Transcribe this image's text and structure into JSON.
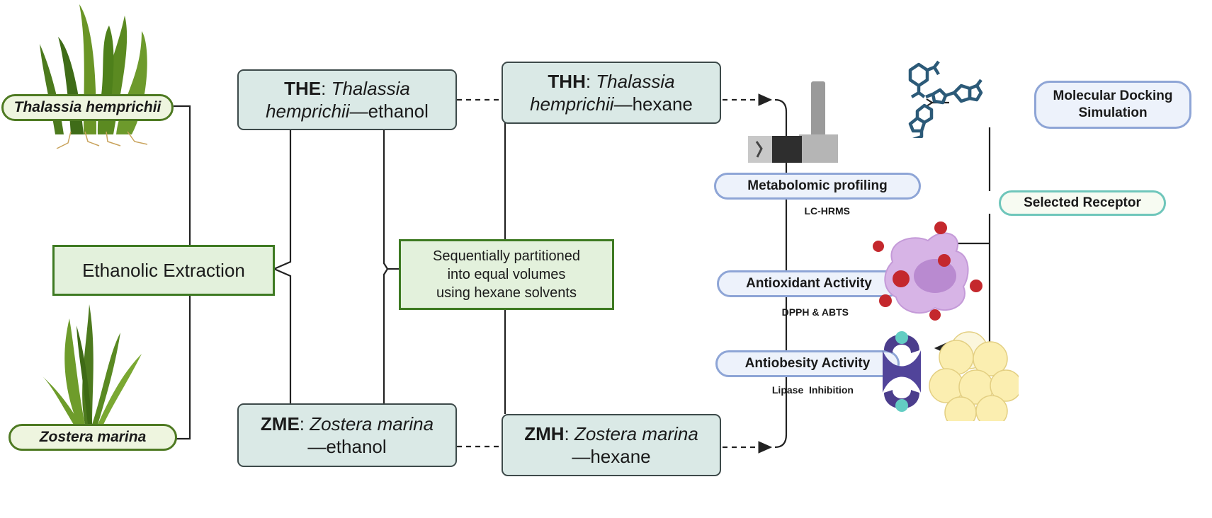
{
  "sources": [
    {
      "name": "Thalassia hemprichii",
      "icon": "thalassia-seagrass-icon"
    },
    {
      "name": "Zostera marina",
      "icon": "zostera-seagrass-icon"
    }
  ],
  "extraction": {
    "label": "Ethanolic Extraction"
  },
  "partition": {
    "line1": "Sequentially partitioned",
    "line2": "into equal volumes",
    "line3": "using hexane solvents"
  },
  "fractions": {
    "the": {
      "code": "THE",
      "species": "Thalassia",
      "species2": "hemprichii",
      "solvent": "—ethanol"
    },
    "thh": {
      "code": "THH",
      "species": "Thalassia",
      "species2": "hemprichii",
      "solvent": "—hexane"
    },
    "zme": {
      "code": "ZME",
      "species": "Zostera marina",
      "solvent": "—ethanol"
    },
    "zmh": {
      "code": "ZMH",
      "species": "Zostera marina",
      "solvent": "—hexane"
    }
  },
  "assays": {
    "metabolomic": {
      "label": "Metabolomic profiling",
      "method": "LC-HRMS",
      "icon": "mass-spectrometer-icon"
    },
    "antioxidant": {
      "label": "Antioxidant Activity",
      "method": "DPPH & ABTS",
      "icon": "cell-ros-icon"
    },
    "antiobesity": {
      "label": "Antiobesity Activity",
      "method": "Lipase  Inhibition",
      "icon": "lipase-adipocyte-icon"
    }
  },
  "docking": {
    "label1": "Molecular Docking",
    "label2": "Simulation",
    "icon": "molecules-icon"
  },
  "receptor": {
    "label": "Selected Receptor"
  },
  "colors": {
    "green_border": "#3e7a22",
    "green_fill": "#e3f1dc",
    "fraction_fill": "#dae9e6",
    "assay_border": "#8ea5d6",
    "receptor_border": "#6fc6bb",
    "line": "#222222"
  }
}
